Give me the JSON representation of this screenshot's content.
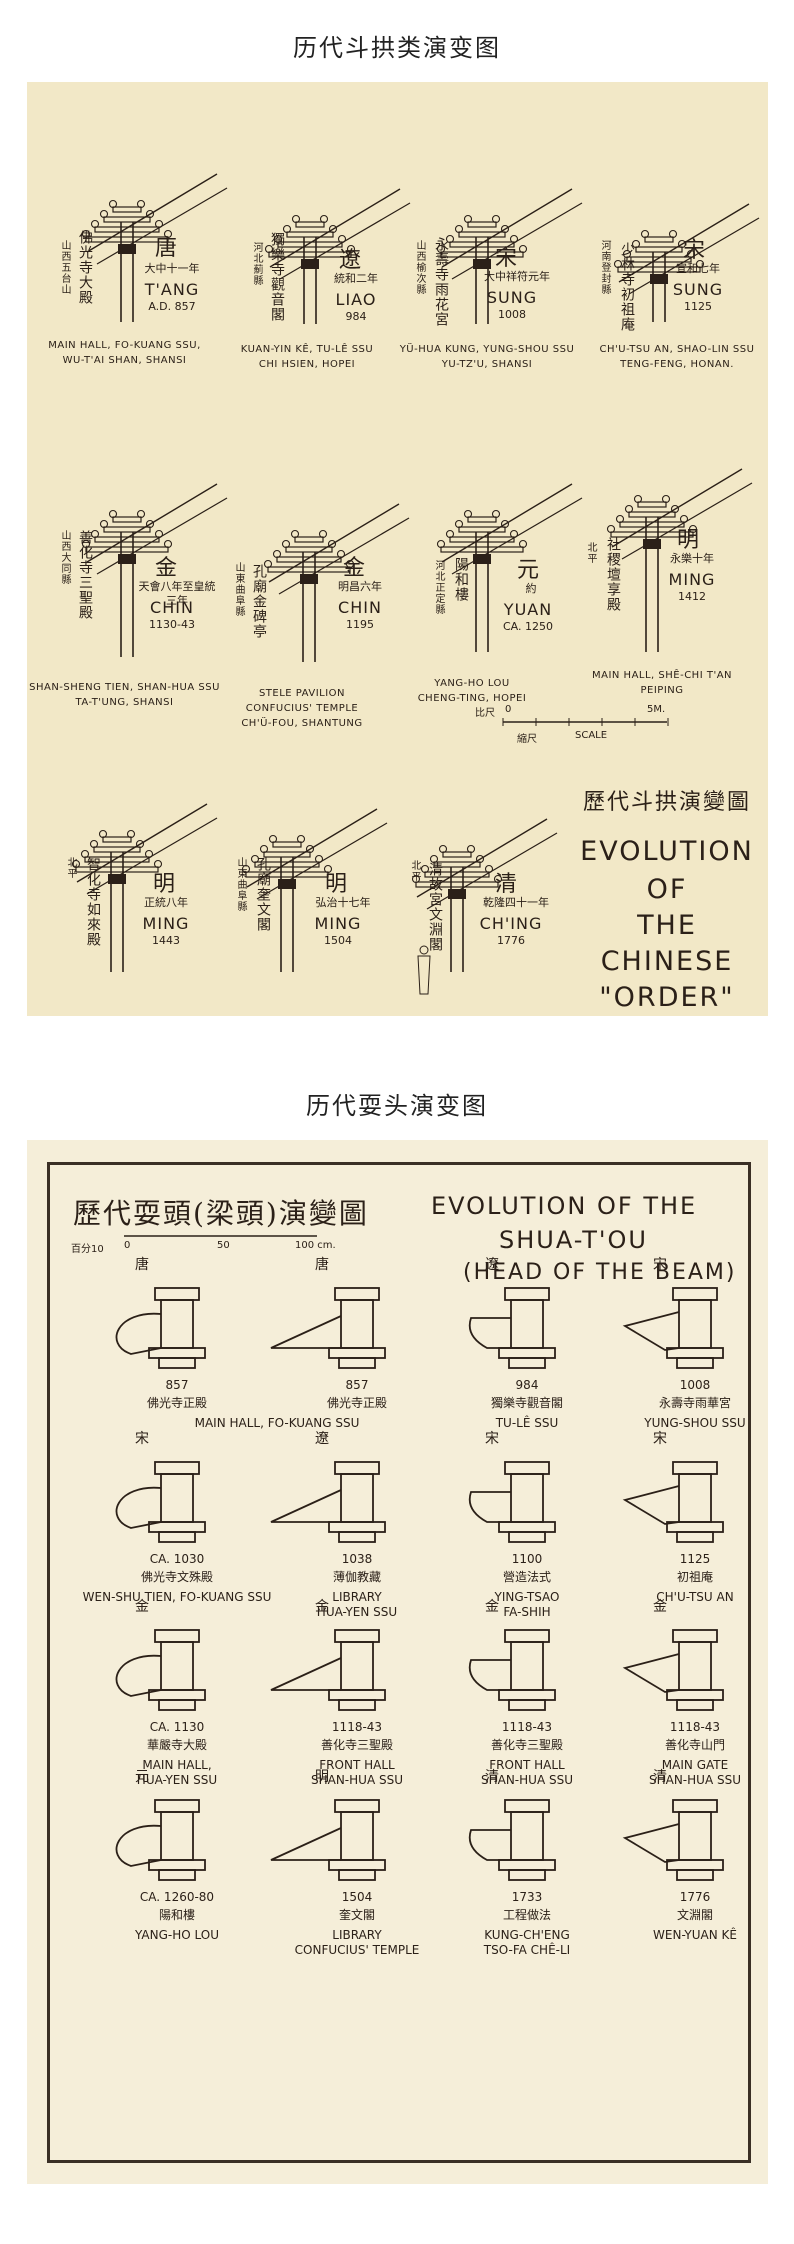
{
  "captions": {
    "top": "历代斗拱类演变图",
    "bottom": "历代耍头演变图"
  },
  "order_panel": {
    "title_cn": "歷代斗拱演變圖",
    "title_en": [
      "EVOLUTION",
      "OF",
      "THE",
      "CHINESE",
      "\"ORDER\""
    ],
    "scale": {
      "ratio": "比尺",
      "zero": "0",
      "max": "5M.",
      "cn": "縮尺",
      "en": "SCALE"
    },
    "items": [
      {
        "dynasty": "唐",
        "roman": "T'ANG",
        "date": "A.D. 857",
        "date_cn": "大中十一年",
        "building_cn": "佛光寺大殿",
        "place_cn": "山西五台山",
        "caption": [
          "MAIN HALL, FO-KUANG SSU,",
          "WU-T'AI SHAN, SHANSI"
        ]
      },
      {
        "dynasty": "遼",
        "roman": "LIAO",
        "date": "984",
        "date_cn": "統和二年",
        "building_cn": "獨樂寺觀音閣",
        "place_cn": "河北薊縣",
        "caption": [
          "KUAN-YIN KÊ, TU-LÊ SSU",
          "CHI HSIEN, HOPEI"
        ]
      },
      {
        "dynasty": "宋",
        "roman": "SUNG",
        "date": "1008",
        "date_cn": "大中祥符元年",
        "building_cn": "永壽寺雨花宮",
        "place_cn": "山西榆次縣",
        "caption": [
          "YÜ-HUA KUNG, YUNG-SHOU SSU",
          "YU-TZ'U, SHANSI"
        ]
      },
      {
        "dynasty": "宋",
        "roman": "SUNG",
        "date": "1125",
        "date_cn": "宣和七年",
        "building_cn": "少林寺初祖庵",
        "place_cn": "河南登封縣",
        "caption": [
          "CH'U-TSU AN, SHAO-LIN SSU",
          "TENG-FENG, HONAN."
        ]
      },
      {
        "dynasty": "金",
        "roman": "CHIN",
        "date": "1130-43",
        "date_cn": "天會八年至皇統三年",
        "building_cn": "善化寺三聖殿",
        "place_cn": "山西大同縣",
        "caption": [
          "SHAN-SHENG TIEN, SHAN-HUA SSU",
          "TA-T'UNG, SHANSI"
        ]
      },
      {
        "dynasty": "金",
        "roman": "CHIN",
        "date": "1195",
        "date_cn": "明昌六年",
        "building_cn": "孔廟金碑亭",
        "place_cn": "山東曲阜縣",
        "caption": [
          "STELE PAVILION",
          "CONFUCIUS' TEMPLE",
          "CH'Ü-FOU, SHANTUNG"
        ]
      },
      {
        "dynasty": "元",
        "roman": "YUAN",
        "date": "CA. 1250",
        "date_cn": "約",
        "building_cn": "陽和樓",
        "place_cn": "河北正定縣",
        "caption": [
          "YANG-HO LOU",
          "CHENG-TING, HOPEI"
        ]
      },
      {
        "dynasty": "明",
        "roman": "MING",
        "date": "1412",
        "date_cn": "永樂十年",
        "building_cn": "社稷壇享殿",
        "place_cn": "北平",
        "caption": [
          "MAIN HALL, SHÊ-CHI T'AN",
          "PEIPING"
        ]
      },
      {
        "dynasty": "明",
        "roman": "MING",
        "date": "1443",
        "date_cn": "正統八年",
        "building_cn": "智化寺如來殿",
        "place_cn": "北平",
        "caption": []
      },
      {
        "dynasty": "明",
        "roman": "MING",
        "date": "1504",
        "date_cn": "弘治十七年",
        "building_cn": "孔廟奎文閣",
        "place_cn": "山東曲阜縣",
        "caption": []
      },
      {
        "dynasty": "清",
        "roman": "CH'ING",
        "date": "1776",
        "date_cn": "乾隆四十一年",
        "building_cn": "清故宮文淵閣",
        "place_cn": "北平",
        "caption": []
      }
    ]
  },
  "shuatou_panel": {
    "title_cn": "歷代耍頭(梁頭)演變圖",
    "title_en": [
      "EVOLUTION OF THE",
      "SHUA-T'OU",
      "(HEAD OF THE BEAM)"
    ],
    "scale": {
      "ratio": "百分10",
      "zero": "0",
      "mid": "50",
      "max": "100 cm."
    },
    "items": [
      {
        "dynasty": "唐",
        "date": "857",
        "cn": "佛光寺正殿",
        "en": []
      },
      {
        "dynasty": "唐",
        "date": "857",
        "cn": "佛光寺正殿",
        "en": []
      },
      {
        "dynasty": "遼",
        "date": "984",
        "cn": "獨樂寺觀音閣",
        "en": [
          "TU-LÊ SSU"
        ]
      },
      {
        "dynasty": "宋",
        "date": "1008",
        "cn": "永壽寺雨華宮",
        "en": [
          "YUNG-SHOU SSU"
        ]
      },
      {
        "dynasty": "宋",
        "date": "CA. 1030",
        "cn": "佛光寺文殊殿",
        "en": [
          "WEN-SHU TIEN, FO-KUANG SSU"
        ]
      },
      {
        "dynasty": "遼",
        "date": "1038",
        "cn": "薄伽教藏",
        "en": [
          "LIBRARY",
          "HUA-YEN SSU"
        ]
      },
      {
        "dynasty": "宋",
        "date": "1100",
        "cn": "營造法式",
        "en": [
          "YING-TSAO",
          "FA-SHIH"
        ]
      },
      {
        "dynasty": "宋",
        "date": "1125",
        "cn": "初祖庵",
        "en": [
          "CH'U-TSU AN"
        ]
      },
      {
        "dynasty": "金",
        "date": "CA. 1130",
        "cn": "華嚴寺大殿",
        "en": [
          "MAIN HALL,",
          "HUA-YEN SSU"
        ]
      },
      {
        "dynasty": "金",
        "date": "1118-43",
        "cn": "善化寺三聖殿",
        "en": [
          "FRONT HALL",
          "SHAN-HUA SSU"
        ]
      },
      {
        "dynasty": "金",
        "date": "1118-43",
        "cn": "善化寺三聖殿",
        "en": [
          "FRONT HALL",
          "SHAN-HUA SSU"
        ]
      },
      {
        "dynasty": "金",
        "date": "1118-43",
        "cn": "善化寺山門",
        "en": [
          "MAIN GATE",
          "SHAN-HUA SSU"
        ]
      },
      {
        "dynasty": "元",
        "date": "CA. 1260-80",
        "cn": "陽和樓",
        "en": [
          "YANG-HO LOU"
        ]
      },
      {
        "dynasty": "明",
        "date": "1504",
        "cn": "奎文閣",
        "en": [
          "LIBRARY",
          "CONFUCIUS' TEMPLE"
        ]
      },
      {
        "dynasty": "清",
        "date": "1733",
        "cn": "工程做法",
        "en": [
          "KUNG-CH'ENG",
          "TSO-FA CHÊ-LI"
        ]
      },
      {
        "dynasty": "清",
        "date": "1776",
        "cn": "文淵閣",
        "en": [
          "WEN-YUAN KÊ"
        ]
      }
    ],
    "main_hall_caption": "MAIN HALL, FO-KUANG SSU"
  },
  "colors": {
    "paper1": "#f2e8c7",
    "paper2": "#f5eed9",
    "ink": "#2b2018"
  }
}
